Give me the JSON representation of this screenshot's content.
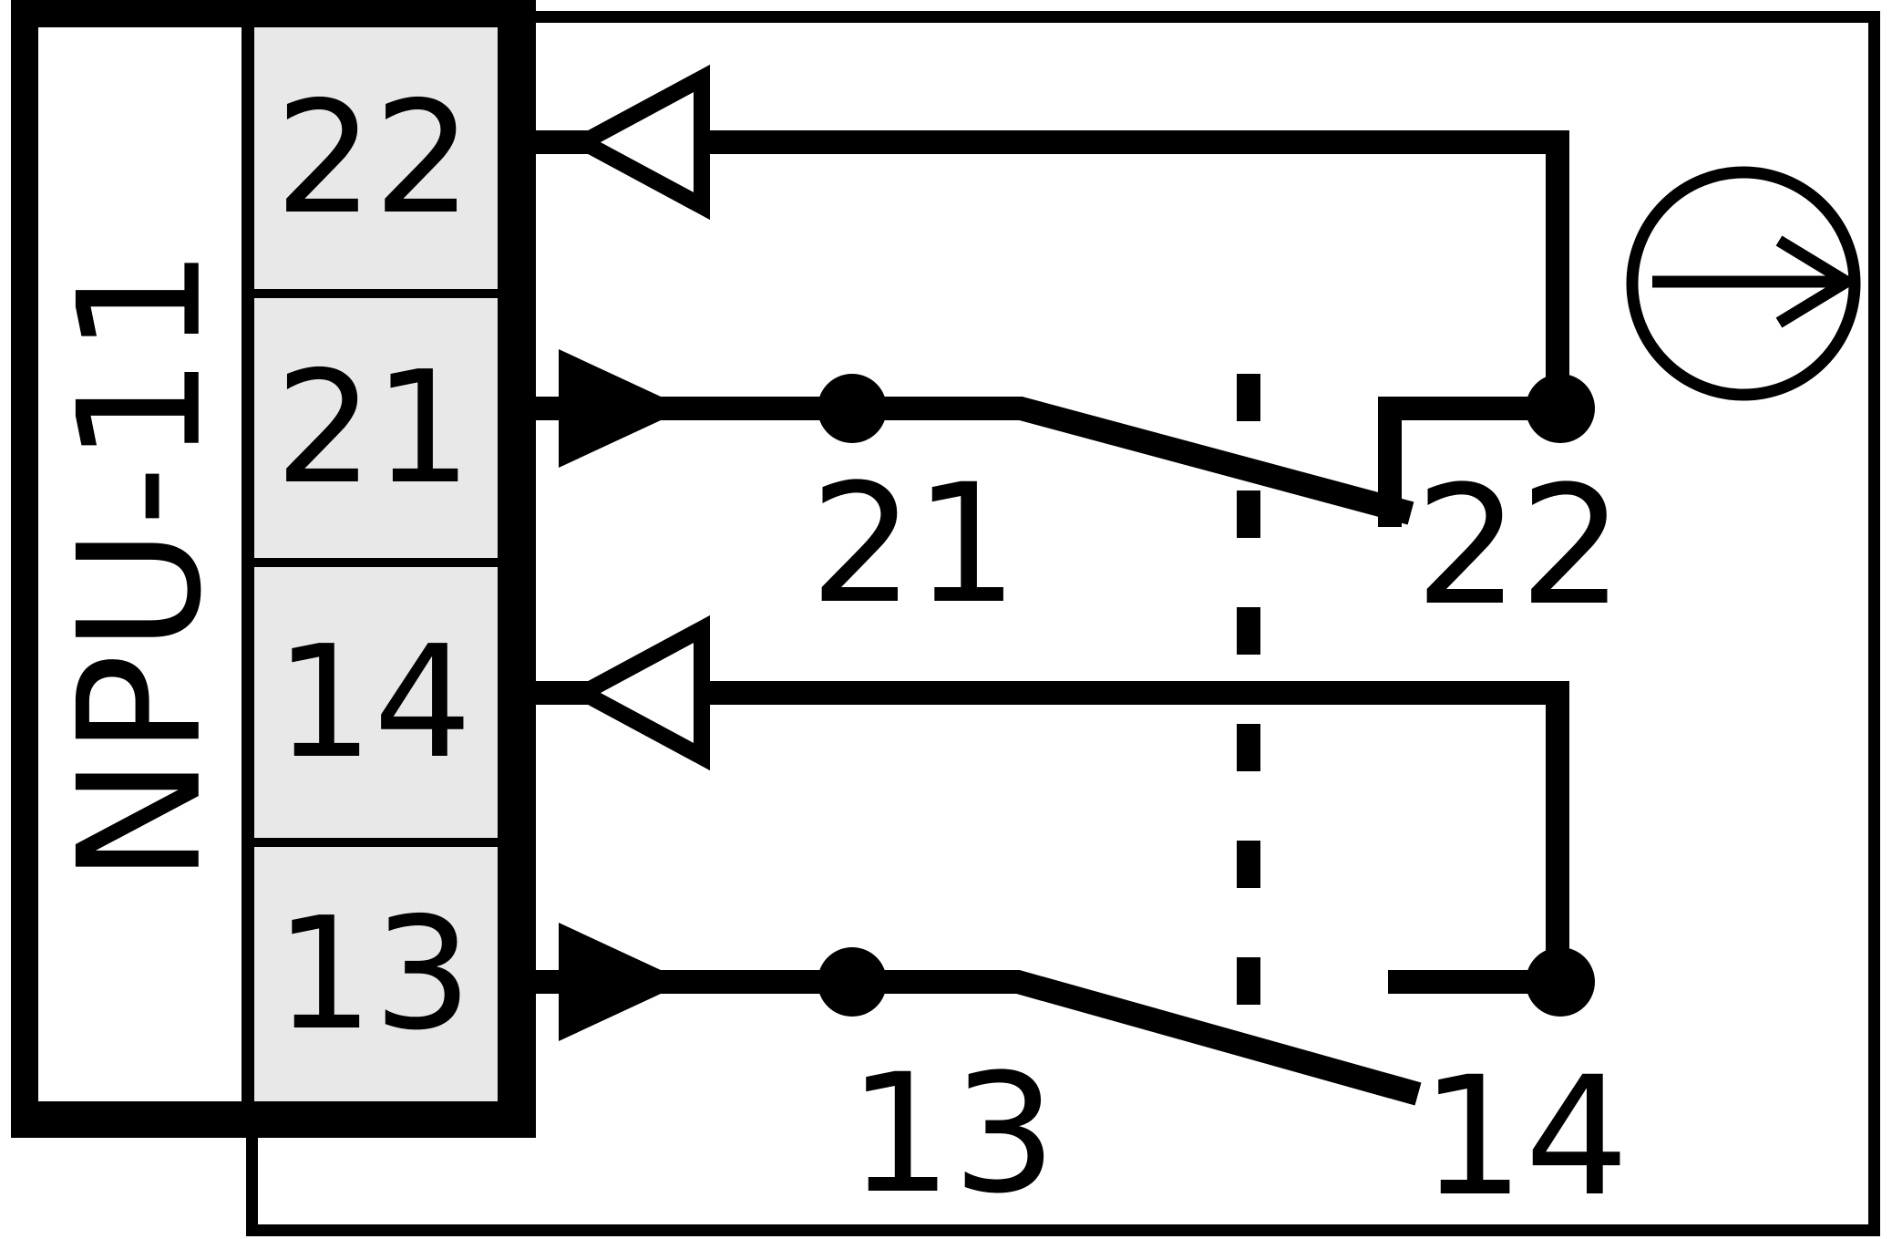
{
  "device": {
    "label": "NPU-11"
  },
  "terminal_block": {
    "cells": [
      {
        "label": "22"
      },
      {
        "label": "21"
      },
      {
        "label": "14"
      },
      {
        "label": "13"
      }
    ]
  },
  "circuit": {
    "labels": {
      "nc_moving": "21",
      "nc_fixed": "22",
      "no_moving": "13",
      "no_fixed": "14"
    },
    "nc_contact_state": "closed",
    "no_contact_state": "open"
  },
  "icons": {
    "hollow_arrow": "left-pointing hollow triangle (actuated-return direction)",
    "solid_arrow": "right-pointing solid triangle (actuation direction)",
    "junction_dot": "filled circle junction",
    "actuation_symbol": "circle containing right arrow",
    "separator": "vertical dashed line"
  },
  "colors": {
    "line": "#000000",
    "terminal_cell_bg": "#e8e8e8",
    "block_bg": "#ffffff",
    "page_bg": "#ffffff"
  }
}
